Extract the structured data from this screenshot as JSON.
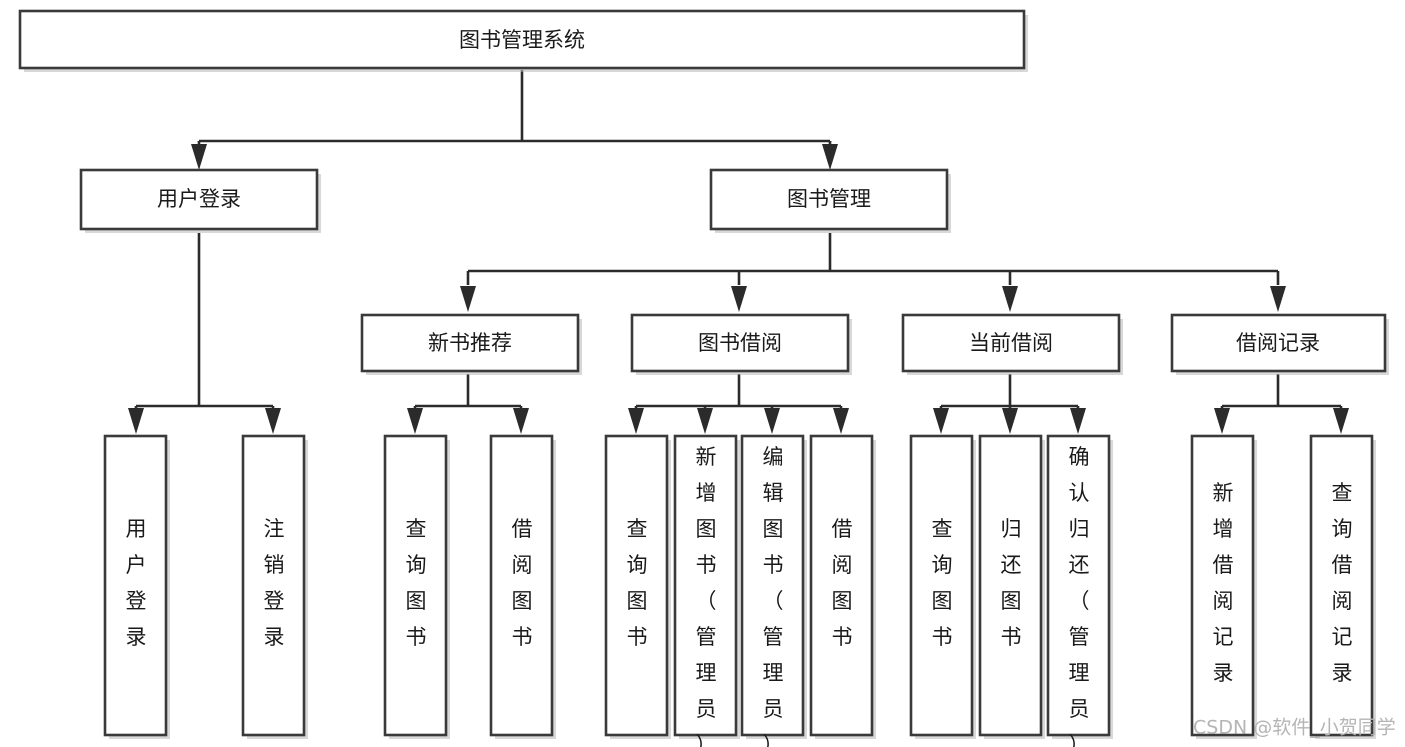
{
  "diagram": {
    "type": "tree",
    "title": "图书管理系统",
    "watermark": "CSDN @软件_小贺同学",
    "colors": {
      "box_border": "#3a3a3a",
      "box_fill": "#ffffff",
      "connector": "#2b2b2b",
      "text": "#1a1a1a",
      "watermark": "#b5b5b5",
      "background": "#ffffff"
    },
    "root": {
      "id": "root",
      "label": "图书管理系统",
      "orientation": "horizontal"
    },
    "level2": [
      {
        "id": "user-login",
        "label": "用户登录",
        "orientation": "horizontal"
      },
      {
        "id": "book-manage",
        "label": "图书管理",
        "orientation": "horizontal"
      }
    ],
    "level3": [
      {
        "id": "new-book-recommend",
        "label": "新书推荐",
        "parent": "book-manage",
        "orientation": "horizontal"
      },
      {
        "id": "book-borrow",
        "label": "图书借阅",
        "parent": "book-manage",
        "orientation": "horizontal"
      },
      {
        "id": "current-borrow",
        "label": "当前借阅",
        "parent": "book-manage",
        "orientation": "horizontal"
      },
      {
        "id": "borrow-record",
        "label": "借阅记录",
        "parent": "book-manage",
        "orientation": "horizontal"
      }
    ],
    "leaves": [
      {
        "id": "leaf-user-login",
        "label": "用户登录",
        "parent": "user-login",
        "orientation": "vertical"
      },
      {
        "id": "leaf-user-logout",
        "label": "注销登录",
        "parent": "user-login",
        "orientation": "vertical"
      },
      {
        "id": "leaf-query-book-1",
        "label": "查询图书",
        "parent": "new-book-recommend",
        "orientation": "vertical"
      },
      {
        "id": "leaf-borrow-book-1",
        "label": "借阅图书",
        "parent": "new-book-recommend",
        "orientation": "vertical"
      },
      {
        "id": "leaf-query-book-2",
        "label": "查询图书",
        "parent": "book-borrow",
        "orientation": "vertical"
      },
      {
        "id": "leaf-add-book",
        "label": "新增图书（管理员）",
        "parent": "book-borrow",
        "orientation": "vertical"
      },
      {
        "id": "leaf-edit-book",
        "label": "编辑图书（管理员）",
        "parent": "book-borrow",
        "orientation": "vertical"
      },
      {
        "id": "leaf-borrow-book-2",
        "label": "借阅图书",
        "parent": "book-borrow",
        "orientation": "vertical"
      },
      {
        "id": "leaf-query-book-3",
        "label": "查询图书",
        "parent": "current-borrow",
        "orientation": "vertical"
      },
      {
        "id": "leaf-return-book",
        "label": "归还图书",
        "parent": "current-borrow",
        "orientation": "vertical"
      },
      {
        "id": "leaf-confirm-return",
        "label": "确认归还（管理员）",
        "parent": "current-borrow",
        "orientation": "vertical"
      },
      {
        "id": "leaf-add-record",
        "label": "新增借阅记录",
        "parent": "borrow-record",
        "orientation": "vertical"
      },
      {
        "id": "leaf-query-record",
        "label": "查询借阅记录",
        "parent": "borrow-record",
        "orientation": "vertical"
      }
    ]
  }
}
